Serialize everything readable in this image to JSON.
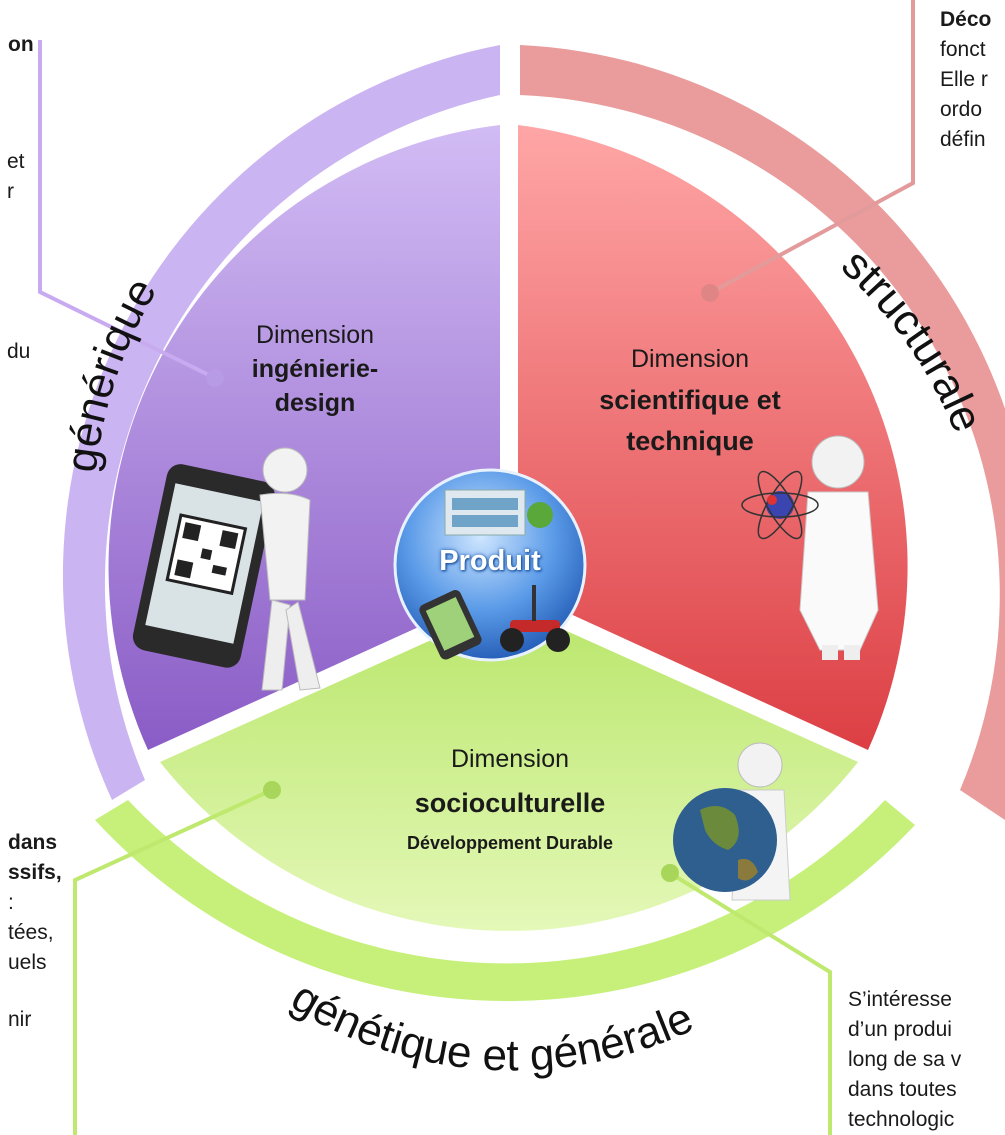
{
  "center": {
    "label": "Produit"
  },
  "rings": {
    "generique": "générique",
    "structurale": "structurale",
    "genetique": "génétique et générale"
  },
  "dimensions": {
    "ingenierie": {
      "title": "Dimension",
      "subtitle_1": "ingénierie-",
      "subtitle_2": "design"
    },
    "scientifique": {
      "title": "Dimension",
      "subtitle_1": "scientifique et",
      "subtitle_2": "technique"
    },
    "socioculturelle": {
      "title": "Dimension",
      "subtitle_1": "socioculturelle",
      "subtitle_2": "Développement Durable"
    }
  },
  "annotations": {
    "top_left": {
      "line_1": "on",
      "line_2": "et",
      "line_3": "r",
      "line_4": "du"
    },
    "top_right": {
      "line_1": "Déco",
      "line_2": "fonct",
      "line_3": "Elle r",
      "line_4": "ordo",
      "line_5": "défin"
    },
    "bottom_left": {
      "line_1": "dans",
      "line_2": "ssifs,",
      "line_3": ":",
      "line_4": "tées,",
      "line_5": "uels",
      "line_6": "nir"
    },
    "bottom_right": {
      "line_1": "S’intéresse",
      "line_2": "d’un produi",
      "line_3": "long de sa v",
      "line_4": "dans toutes",
      "line_5": "technologic"
    }
  },
  "colors": {
    "purple": "#9a6fd0",
    "red": "#e8525a",
    "green": "#c8ec78",
    "ring_purple": "#cbb4f2",
    "ring_red": "#ea9c9c",
    "ring_green": "#c6f07a",
    "center_blue": "#3b82e0"
  }
}
